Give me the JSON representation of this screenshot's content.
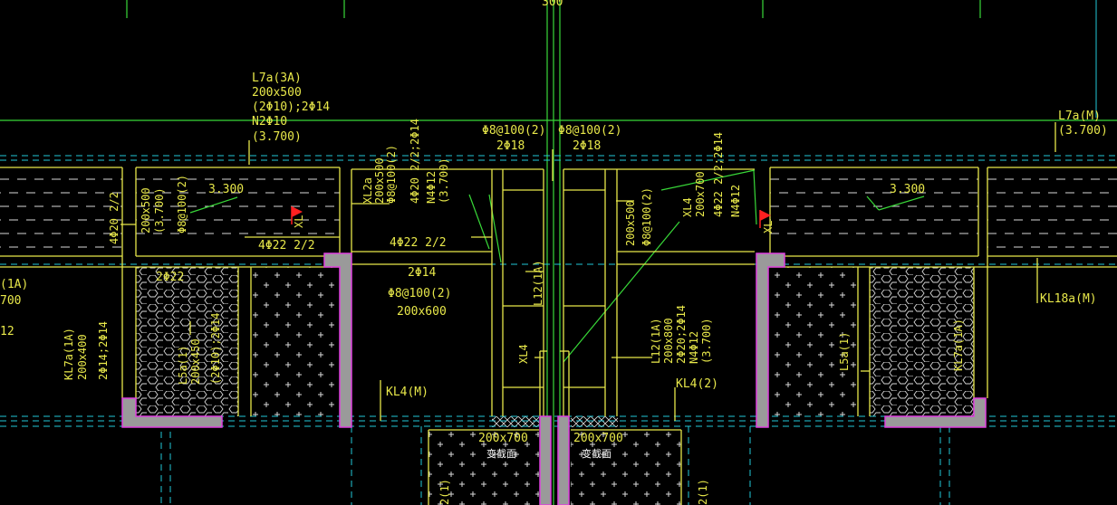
{
  "labels": {
    "top_dim": "300",
    "l7a_name": "L7a(3A)",
    "l7a_size": "200x500",
    "l7a_rebar": "(2Φ10);2Φ14",
    "l7a_n": "N2Φ10",
    "l7a_elev": "(3.700)",
    "l7a_right_name": "L7a(M)",
    "l7a_right_elev": "(3.700)",
    "stirrup_a": "Φ8@100(2)",
    "bars_a": "2Φ18",
    "stirrup_b": "Φ8@100(2)",
    "bars_b": "2Φ18",
    "elev_left": "3.300",
    "elev_right": "3.300",
    "b200_left_1": "200x500",
    "b200_left_2": "(3.700)",
    "b200_left_3": "Φ8@100(2)",
    "rebar_4_20": "4Φ20 2/2",
    "rebar_4_22": "4Φ22 2/2",
    "rebar_4_22_mid": "4Φ22 2/2",
    "xl2_1": "XL2a",
    "xl2_2": "200x500",
    "xl2_3": "Φ8@100(2)",
    "xl2_4": "4Φ20 2/2;2Φ14",
    "xl2_5": "N4Φ12",
    "xl2_6": "(3.700)",
    "xl_tag_left": "XL",
    "xl_tag_right": "XL",
    "mid_bars": "2Φ14",
    "mid_stirrup": "Φ8@100(2)",
    "mid_size": "200x600",
    "bars_2_22": "2Φ22",
    "l12_left": "L12(1A)",
    "xl4_left": "XL4",
    "b200_right_1": "200x500",
    "b200_right_2": "Φ8@100(2)",
    "xl4_1": "XL4",
    "xl4_2": "200x700",
    "xl4_3": "4Φ22 2/2;2Φ14",
    "xl4_4": "N4Φ12",
    "l12_1": "L12(1A)",
    "l12_2": "200x800",
    "l12_3": "2Φ20;2Φ14",
    "l12_4": "N4Φ12",
    "l12_5": "(3.700)",
    "kl4m": "KL4(M)",
    "kl42": "KL4(2)",
    "kl7_1": "KL7a(1A)",
    "kl7_2": "200x400",
    "kl7_3": "2Φ14;2Φ14",
    "l5_1": "L5a(1)",
    "l5_2": "200x450",
    "l5_3": "(2Φ10);2Φ14",
    "l5_right": "L5a(1)",
    "kl7_right": "KL7a(1A)",
    "kl18": "KL18a(M)",
    "edge_1a": "(1A)",
    "edge_700": "700",
    "edge_12": "12",
    "sec_left_size": "200x700",
    "sec_left_note": "变截面",
    "sec_right_size": "200x700",
    "sec_right_note": "变截面",
    "bot_2_1_left": "2(1)",
    "bot_2_1_right": "2(1)"
  },
  "colors": {
    "background": "#000000",
    "annotation": "#e8e84a",
    "wall_line": "#38d838",
    "axis_dashed": "#22c8d8",
    "column_outline": "#e040e0",
    "column_fill": "#9a9a9a",
    "marker": "#ff2020"
  }
}
